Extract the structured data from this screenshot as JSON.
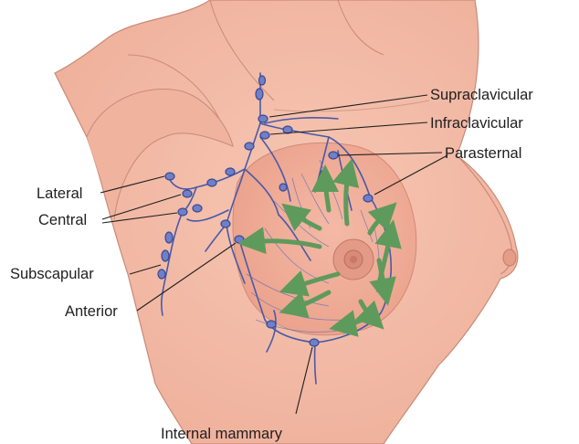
{
  "labels": {
    "supraclavicular": "Supraclavicular",
    "infraclavicular": "Infraclavicular",
    "parasternal": "Parasternal",
    "lateral": "Lateral",
    "central": "Central",
    "subscapular": "Subscapular",
    "anterior": "Anterior",
    "internal_mammary": "Internal mammary"
  },
  "colors": {
    "skin": "#f2b9a3",
    "skin_shadow": "#e39b86",
    "outline": "#c07a68",
    "vessel": "#4a5aa8",
    "node": "#6f7fc8",
    "arrow": "#5e9a5c",
    "areola": "#dc8c7a"
  }
}
